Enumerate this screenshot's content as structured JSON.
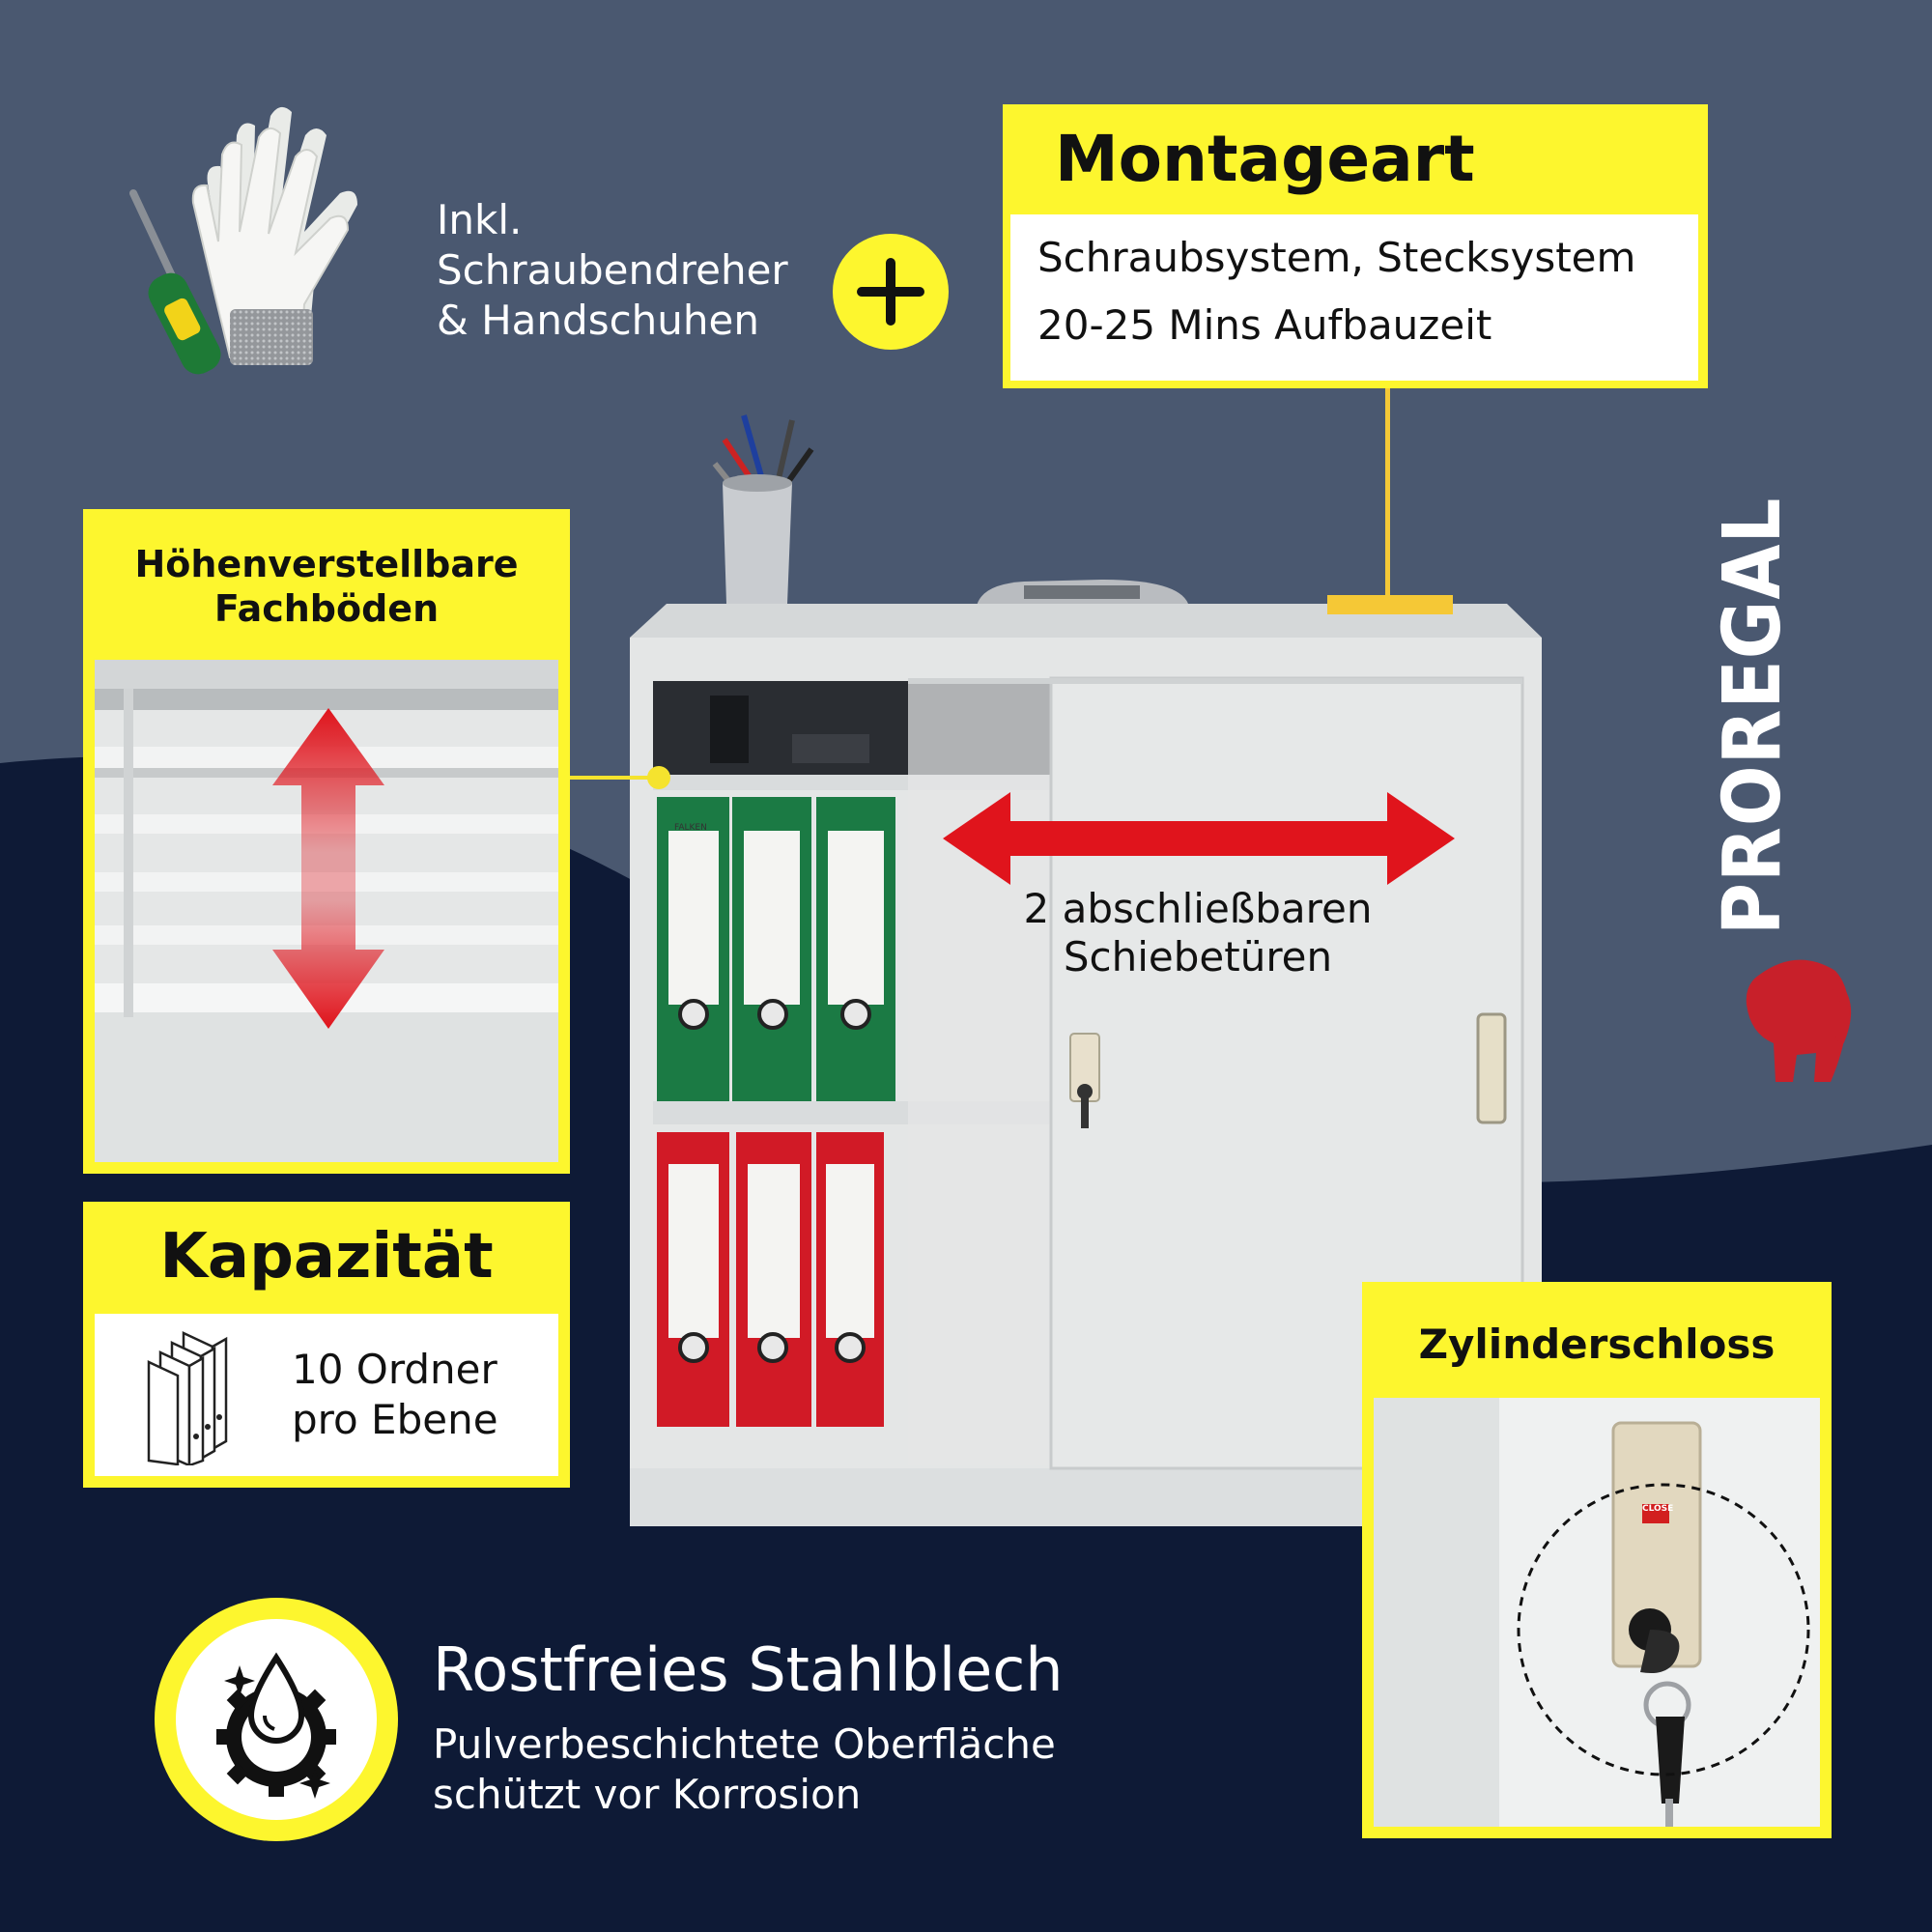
{
  "accessories": {
    "line1": "Inkl.",
    "line2": "Schraubendreher",
    "line3": "& Handschuhen",
    "plus_symbol": "+"
  },
  "montage": {
    "title": "Montageart",
    "line1": "Schraubsystem, Stecksystem",
    "line2": "20-25 Mins Aufbauzeit"
  },
  "shelves": {
    "title_line1": "Höhenverstellbare",
    "title_line2": "Fachböden"
  },
  "capacity": {
    "title": "Kapazität",
    "line1": "10 Ordner",
    "line2": "pro Ebene"
  },
  "doors": {
    "line1": "2 abschließbaren",
    "line2": "Schiebetüren"
  },
  "lock": {
    "title": "Zylinderschloss",
    "close_label": "CLOSE"
  },
  "brand": {
    "name": "PROREGAL"
  },
  "material": {
    "title": "Rostfreies Stahlblech",
    "line1": "Pulverbeschichtete Oberfläche",
    "line2": "schützt vor Korrosion"
  },
  "binders": {
    "brand_label": "FALKEN"
  },
  "colors": {
    "background_top": "#4a5870",
    "background_bottom": "#0e1a36",
    "accent_yellow": "#fdf62e",
    "arrow_red": "#e0141c",
    "binder_green": "#1b7a44",
    "binder_red": "#d11a26",
    "cabinet_gray": "#e4e6e6",
    "brand_red": "#c8202a"
  }
}
